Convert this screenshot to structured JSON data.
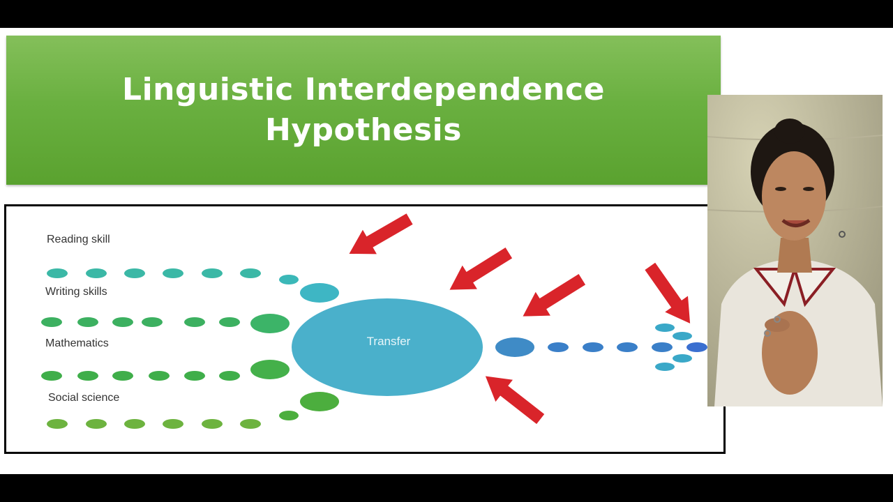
{
  "slide": {
    "title": "Linguistic Interdependence\nHypothesis"
  },
  "diagram": {
    "center_label": "Transfer",
    "skills": [
      {
        "label": "Reading skill"
      },
      {
        "label": "Writing skills"
      },
      {
        "label": "Mathematics"
      },
      {
        "label": "Social science"
      }
    ],
    "colors": {
      "teal": "#3bb8a6",
      "green_mid": "#3cb060",
      "green": "#4cae3e",
      "circle": "#4ab0cb",
      "blue": "#3a7fc8",
      "arrow": "#d9242a"
    }
  },
  "webcam": {
    "icon": "presenter-video"
  }
}
